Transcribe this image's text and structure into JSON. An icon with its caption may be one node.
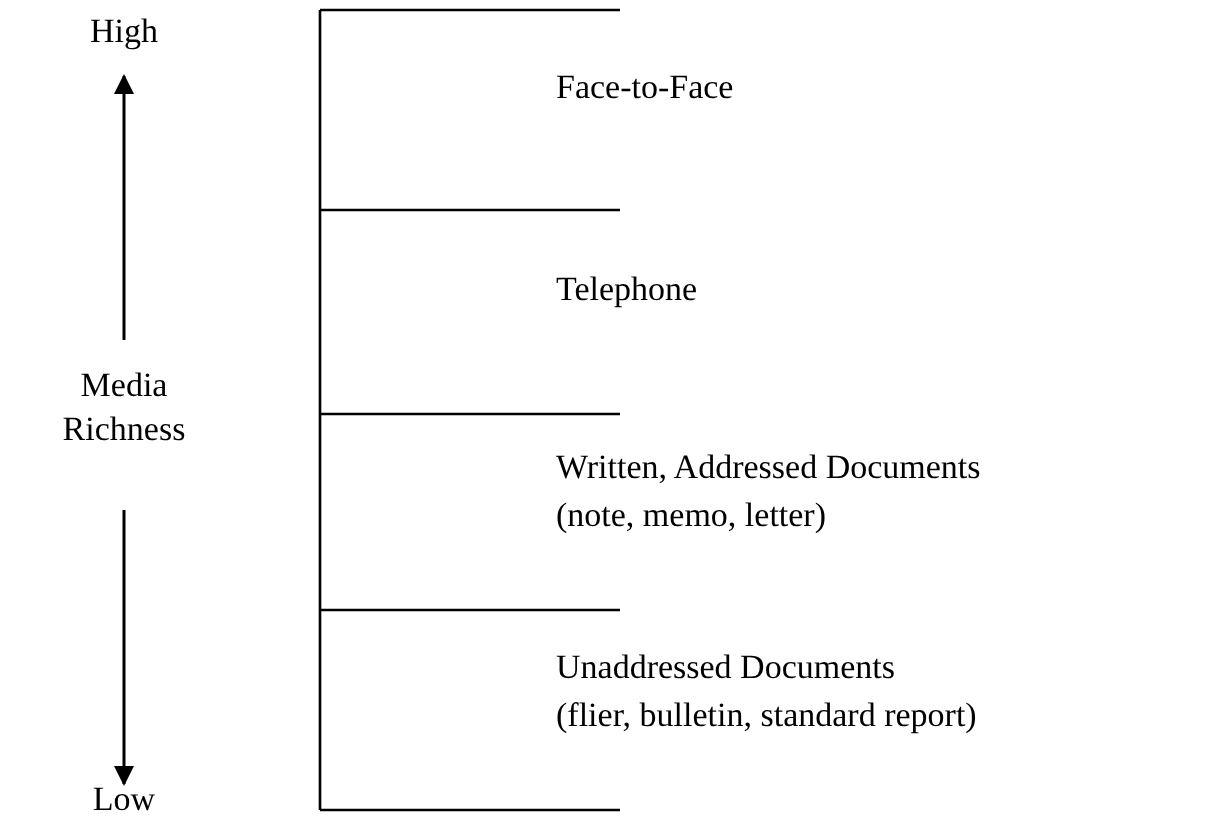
{
  "diagram": {
    "nodes": [
      {
        "text": [
          "Face-to-Face"
        ]
      },
      {
        "text": [
          "Telephone"
        ]
      },
      {
        "text": [
          "Written, Addressed Documents",
          "(note, memo, letter)"
        ]
      },
      {
        "text": [
          "Unaddressed Documents",
          "(flier, bulletin, standard report)"
        ]
      }
    ],
    "labels": [
      "High",
      "Media Richness",
      "Low"
    ]
  }
}
